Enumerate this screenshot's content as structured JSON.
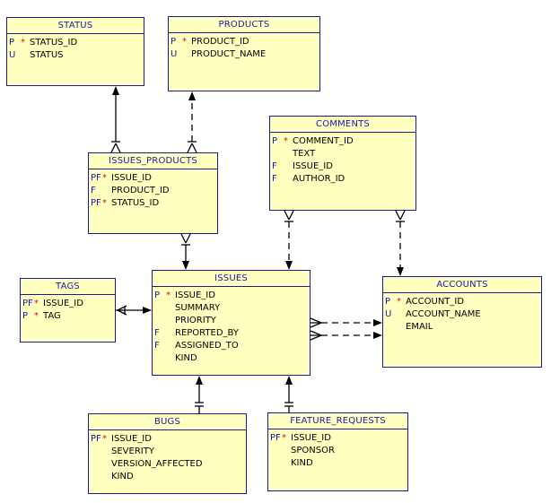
{
  "colors": {
    "table_fill": "#ffffc0",
    "table_border": "#1a1a8c",
    "title_text": "#1a1aa8",
    "key_text": "#1a1aa8",
    "star": "#d01010",
    "line": "#000000"
  },
  "tables": {
    "status": {
      "title": "STATUS",
      "columns": [
        {
          "key": "P",
          "star": "*",
          "name": "STATUS_ID"
        },
        {
          "key": "U",
          "star": "",
          "name": "STATUS"
        }
      ]
    },
    "products": {
      "title": "PRODUCTS",
      "columns": [
        {
          "key": "P",
          "star": "*",
          "name": "PRODUCT_ID"
        },
        {
          "key": "U",
          "star": "",
          "name": "PRODUCT_NAME"
        }
      ]
    },
    "comments": {
      "title": "COMMENTS",
      "columns": [
        {
          "key": "P",
          "star": "*",
          "name": "COMMENT_ID"
        },
        {
          "key": "",
          "star": "",
          "name": "TEXT"
        },
        {
          "key": "F",
          "star": "",
          "name": "ISSUE_ID"
        },
        {
          "key": "F",
          "star": "",
          "name": "AUTHOR_ID"
        }
      ]
    },
    "issues_products": {
      "title": "ISSUES_PRODUCTS",
      "columns": [
        {
          "key": "PF",
          "star": "*",
          "name": "ISSUE_ID"
        },
        {
          "key": "F",
          "star": "",
          "name": "PRODUCT_ID"
        },
        {
          "key": "PF",
          "star": "*",
          "name": "STATUS_ID"
        }
      ]
    },
    "tags": {
      "title": "TAGS",
      "columns": [
        {
          "key": "PF",
          "star": "*",
          "name": "ISSUE_ID"
        },
        {
          "key": "P",
          "star": "*",
          "name": "TAG"
        }
      ]
    },
    "issues": {
      "title": "ISSUES",
      "columns": [
        {
          "key": "P",
          "star": "*",
          "name": "ISSUE_ID"
        },
        {
          "key": "",
          "star": "",
          "name": "SUMMARY"
        },
        {
          "key": "",
          "star": "",
          "name": "PRIORITY"
        },
        {
          "key": "F",
          "star": "",
          "name": "REPORTED_BY"
        },
        {
          "key": "F",
          "star": "",
          "name": "ASSIGNED_TO"
        },
        {
          "key": "",
          "star": "",
          "name": "KIND"
        }
      ]
    },
    "accounts": {
      "title": "ACCOUNTS",
      "columns": [
        {
          "key": "P",
          "star": "*",
          "name": "ACCOUNT_ID"
        },
        {
          "key": "U",
          "star": "",
          "name": "ACCOUNT_NAME"
        },
        {
          "key": "",
          "star": "",
          "name": "EMAIL"
        }
      ]
    },
    "bugs": {
      "title": "BUGS",
      "columns": [
        {
          "key": "PF",
          "star": "*",
          "name": "ISSUE_ID"
        },
        {
          "key": "",
          "star": "",
          "name": "SEVERITY"
        },
        {
          "key": "",
          "star": "",
          "name": "VERSION_AFFECTED"
        },
        {
          "key": "",
          "star": "",
          "name": "KIND"
        }
      ]
    },
    "feature_requests": {
      "title": "FEATURE_REQUESTS",
      "columns": [
        {
          "key": "PF",
          "star": "*",
          "name": "ISSUE_ID"
        },
        {
          "key": "",
          "star": "",
          "name": "SPONSOR"
        },
        {
          "key": "",
          "star": "",
          "name": "KIND"
        }
      ]
    }
  },
  "relationships": [
    {
      "from": "issues_products",
      "to": "status",
      "style": "solid",
      "from_end": "one-or-many",
      "to_end": "arrow"
    },
    {
      "from": "issues_products",
      "to": "products",
      "style": "dashed",
      "from_end": "one-or-many",
      "to_end": "arrow"
    },
    {
      "from": "issues_products",
      "to": "issues",
      "style": "solid",
      "from_end": "one-or-many",
      "to_end": "arrow"
    },
    {
      "from": "comments",
      "to": "issues",
      "style": "dashed",
      "from_end": "one-or-many",
      "to_end": "arrow"
    },
    {
      "from": "comments",
      "to": "accounts",
      "style": "dashed",
      "from_end": "one-or-many",
      "to_end": "arrow"
    },
    {
      "from": "tags",
      "to": "issues",
      "style": "solid",
      "from_end": "one-or-many",
      "to_end": "arrow"
    },
    {
      "from": "issues",
      "to": "accounts",
      "style": "dashed",
      "from_end": "many",
      "to_end": "arrow"
    },
    {
      "from": "issues",
      "to": "accounts",
      "style": "dashed",
      "from_end": "many",
      "to_end": "arrow"
    },
    {
      "from": "bugs",
      "to": "issues",
      "style": "solid",
      "from_end": "one",
      "to_end": "arrow"
    },
    {
      "from": "feature_requests",
      "to": "issues",
      "style": "solid",
      "from_end": "one",
      "to_end": "arrow"
    }
  ]
}
